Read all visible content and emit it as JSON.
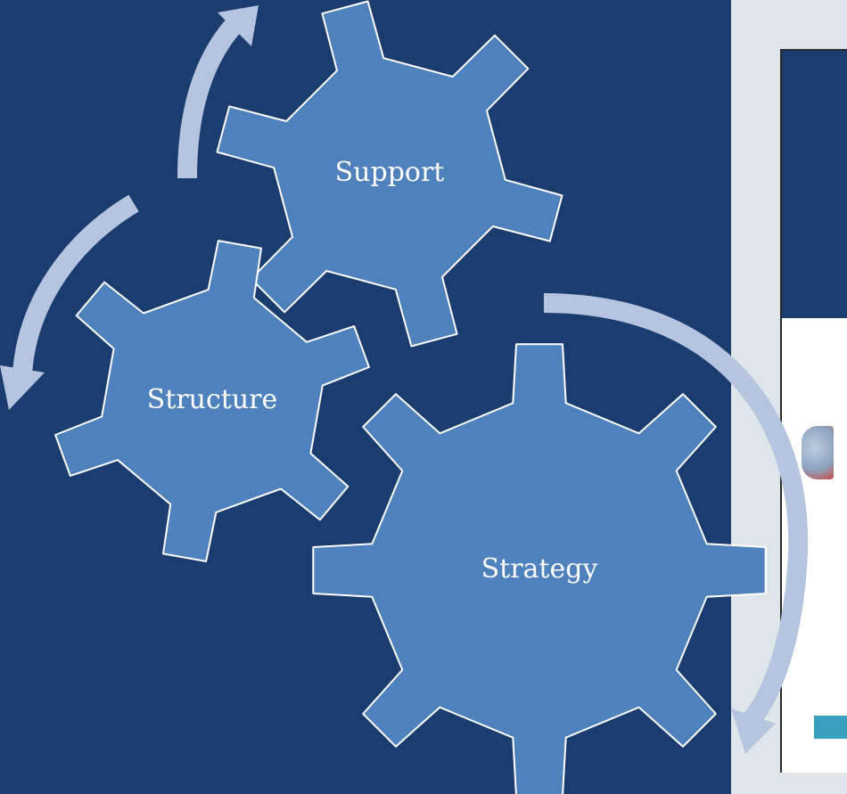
{
  "colors": {
    "background": "#1b3c6f",
    "gear_fill": "#4f81bd",
    "gear_stroke": "#ffffff",
    "arrow": "#b6c5df",
    "right_panel_bg": "#dfe6ea",
    "right_panel_band": "#1b3c6f",
    "cta_bg": "#3aa0c0"
  },
  "gears": [
    {
      "id": "support",
      "label": "Support"
    },
    {
      "id": "structure",
      "label": "Structure"
    },
    {
      "id": "strategy",
      "label": "Strategy"
    }
  ],
  "arrows": [
    {
      "id": "arrow-top"
    },
    {
      "id": "arrow-left"
    },
    {
      "id": "arrow-right"
    }
  ]
}
